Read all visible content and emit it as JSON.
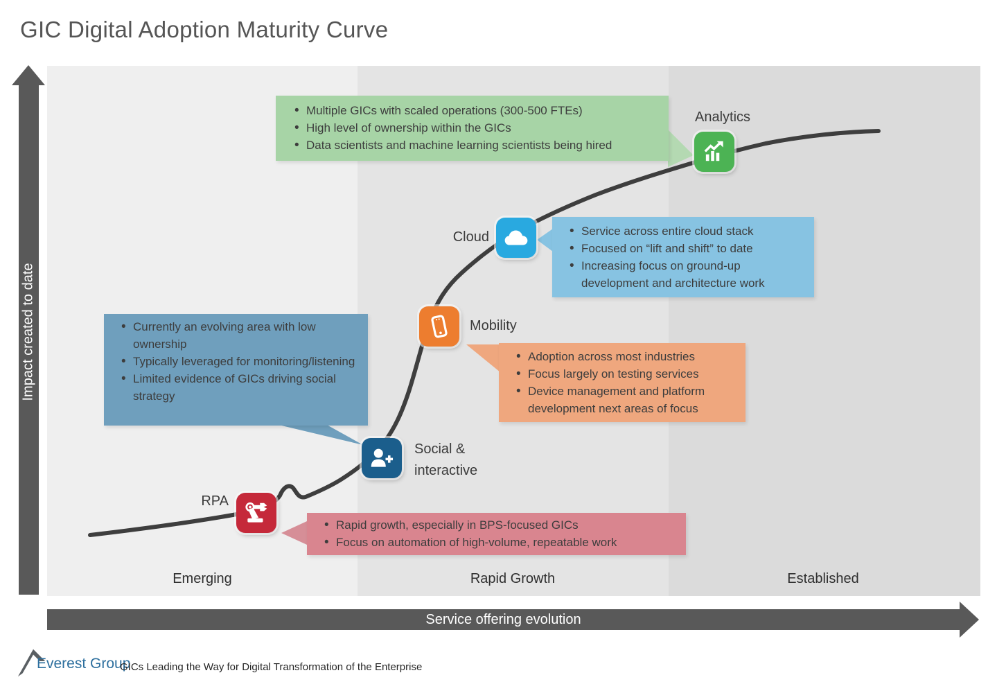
{
  "title": "GIC Digital Adoption Maturity Curve",
  "y_axis": {
    "label": "Impact created to date"
  },
  "x_axis": {
    "label": "Service offering evolution"
  },
  "zones": [
    {
      "label": "Emerging",
      "color": "#efefef"
    },
    {
      "label": "Rapid Growth",
      "color": "#e4e4e4"
    },
    {
      "label": "Established",
      "color": "#dbdbdb"
    }
  ],
  "curve_color": "#3e3e3e",
  "milestones": [
    {
      "id": "rpa",
      "label": "RPA",
      "icon": "robot-arm-icon",
      "icon_color": "#c5293a",
      "callout": {
        "color": "#d9858f",
        "bullets": [
          "Rapid growth, especially in BPS-focused GICs",
          "Focus on automation of high-volume, repeatable work"
        ]
      }
    },
    {
      "id": "social",
      "label": "Social & interactive",
      "icon": "add-user-icon",
      "icon_color": "#1b5e8c",
      "callout": {
        "color": "#6f9fbd",
        "bullets": [
          "Currently an evolving area with low ownership",
          "Typically leveraged for monitoring/listening",
          "Limited evidence of GICs driving social strategy"
        ]
      }
    },
    {
      "id": "mobility",
      "label": "Mobility",
      "icon": "smartphone-icon",
      "icon_color": "#ed7d2f",
      "callout": {
        "color": "#efa77e",
        "bullets": [
          "Adoption across most industries",
          "Focus largely on testing services",
          "Device management and platform development next areas of focus"
        ]
      }
    },
    {
      "id": "cloud",
      "label": "Cloud",
      "icon": "cloud-icon",
      "icon_color": "#29a9e0",
      "callout": {
        "color": "#87c3e2",
        "bullets": [
          "Service across entire cloud stack",
          "Focused on “lift and shift” to date",
          "Increasing focus on ground-up development and architecture work"
        ]
      }
    },
    {
      "id": "analytics",
      "label": "Analytics",
      "icon": "growth-chart-icon",
      "icon_color": "#4cb354",
      "callout": {
        "color": "#a7d4a6",
        "bullets": [
          "Multiple GICs with scaled operations (300-500 FTEs)",
          "High level of ownership within the GICs",
          "Data scientists and machine learning scientists being hired"
        ]
      }
    }
  ],
  "footer": {
    "brand": "Everest Group",
    "tagline": "GICs Leading the Way for Digital Transformation of the Enterprise"
  }
}
